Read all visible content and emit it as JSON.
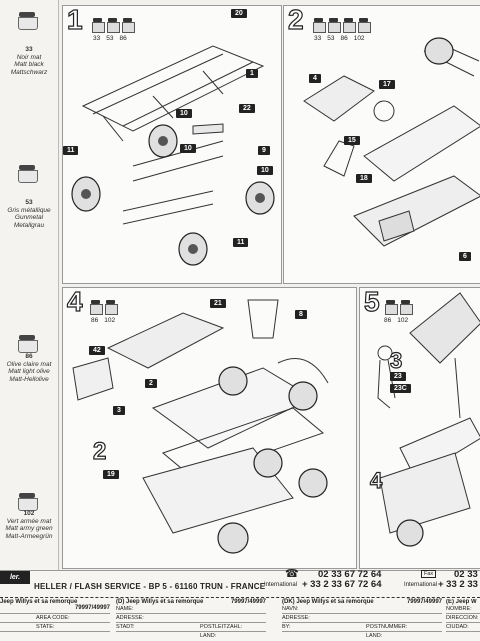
{
  "paints": [
    {
      "code": "33",
      "names": [
        "Noir mat",
        "Matt black",
        "Mattschwarz"
      ]
    },
    {
      "code": "53",
      "names": [
        "Gris métallique",
        "Gunmetal",
        "Metallgrau"
      ]
    },
    {
      "code": "86",
      "names": [
        "Olive claire mat",
        "Matt light olive",
        "Matt-Hellolive"
      ]
    },
    {
      "code": "102",
      "names": [
        "Vert armée mat",
        "Matt army green",
        "Matt-Armeegrün"
      ]
    }
  ],
  "steps": {
    "s1": {
      "num": "1",
      "paints": [
        "33",
        "53",
        "86"
      ]
    },
    "s2": {
      "num": "2",
      "paints": [
        "33",
        "53",
        "86",
        "102"
      ]
    },
    "s4": {
      "num": "4",
      "paints": [
        "86",
        "102"
      ]
    },
    "s5": {
      "num": "5",
      "paints": [
        "86",
        "102"
      ]
    }
  },
  "footer": {
    "brand": "ler.",
    "service": "HELLER / FLASH SERVICE - BP 5 - 61160 TRUN  -  FRANCE",
    "phone_local": "02 33 67 72 64",
    "intl_label": "International",
    "phone_intl": "+ 33 2 33  67 72 64",
    "fax_label": "Fax",
    "phone_local2": "02 33",
    "phone_intl2": "+ 33 2 33"
  },
  "forms": [
    {
      "head": "Jeep Willys et sa remorque",
      "code": "79997/49997",
      "lines": [
        "AREA CODE:",
        "STATE:"
      ]
    },
    {
      "head": "(D)  Jeep Willys et sa remorque",
      "code": "79997/49997",
      "lines": [
        "NAME:",
        "ADRESSE:",
        "STADT:"
      ],
      "extra": [
        "POSTLEITZAHL:",
        "LAND:"
      ]
    },
    {
      "head": "(DK)  Jeep Willys et sa remorque",
      "code": "79997/49997",
      "lines": [
        "NAVN:",
        "ADRESSE:",
        "BY:"
      ],
      "extra": [
        "POSTNUMMER:",
        "LAND:"
      ]
    },
    {
      "head": "(E)  Jeep W",
      "code": "",
      "lines": [
        "NOMBRE:",
        "DIRECCION:",
        "CIUDAD:"
      ]
    }
  ]
}
